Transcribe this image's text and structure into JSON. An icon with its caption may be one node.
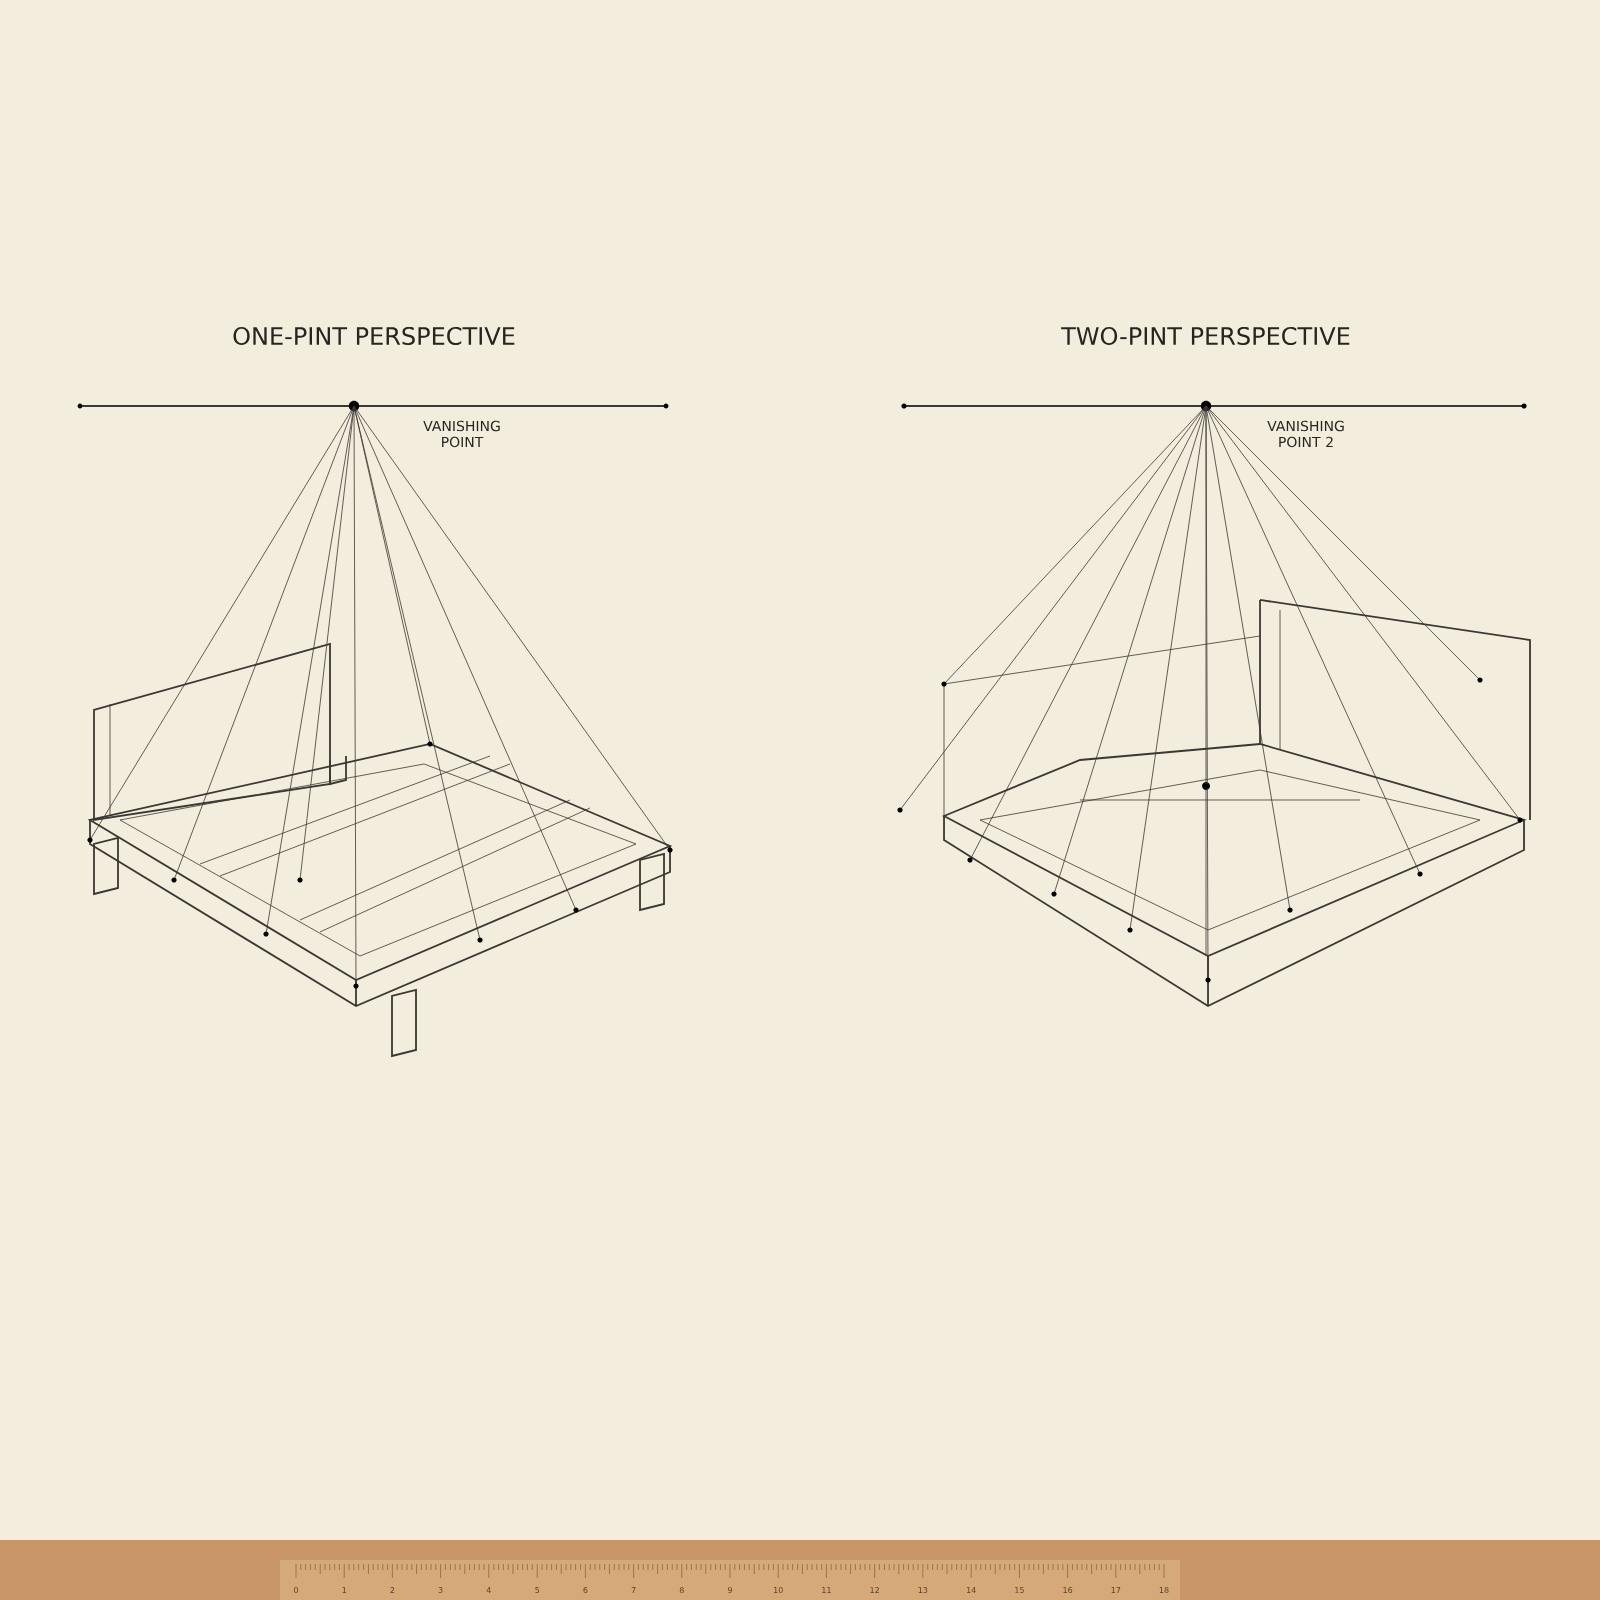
{
  "diagram": {
    "labels": [
      "ONE-PINT PERSPECTIVE",
      "TWO-PINT PERSPECTIVE",
      "VANISHING POINT",
      "VANISHING POINT 2",
      "0",
      "1",
      "2",
      "3",
      "4",
      "5",
      "6",
      "7",
      "8",
      "9",
      "10",
      "11",
      "12",
      "13",
      "14",
      "15",
      "16",
      "17",
      "18"
    ]
  }
}
